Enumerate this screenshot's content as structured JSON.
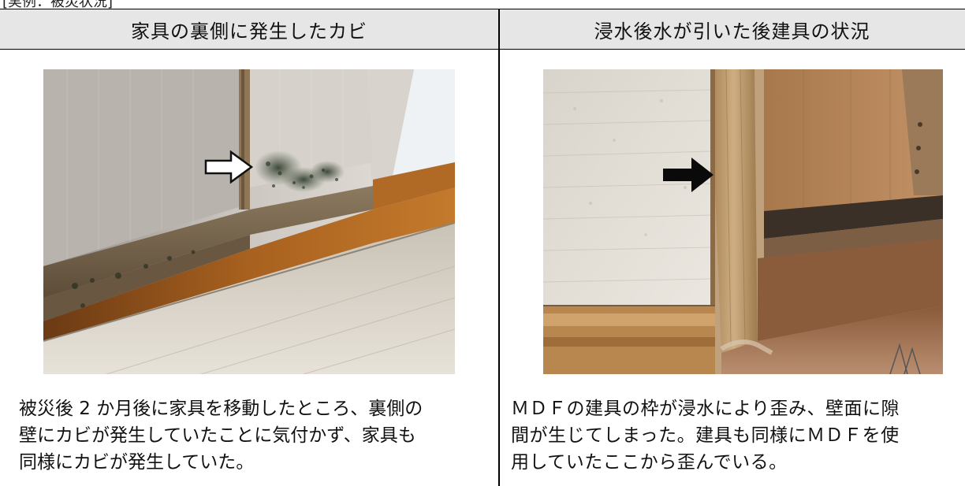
{
  "page": {
    "top_fragment": "[実例：被災状況]"
  },
  "columns": [
    {
      "header": "家具の裏側に発生したカビ",
      "photo": {
        "arrow": "white-arrow-icon"
      },
      "caption": "被災後 2 か月後に家具を移動したところ、裏側の\n壁にカビが発生していたことに気付かず、家具も\n同様にカビが発生していた。"
    },
    {
      "header": "浸水後水が引いた後建具の状況",
      "photo": {
        "arrow": "black-arrow-icon"
      },
      "caption": "ＭＤＦの建具の枠が浸水により歪み、壁面に隙\n間が生じてしまった。建具も同様にＭＤＦを使\n用していたここから歪んでいる。"
    }
  ],
  "colors": {
    "header_bg": "#e6e6e6",
    "rule": "#000000"
  }
}
